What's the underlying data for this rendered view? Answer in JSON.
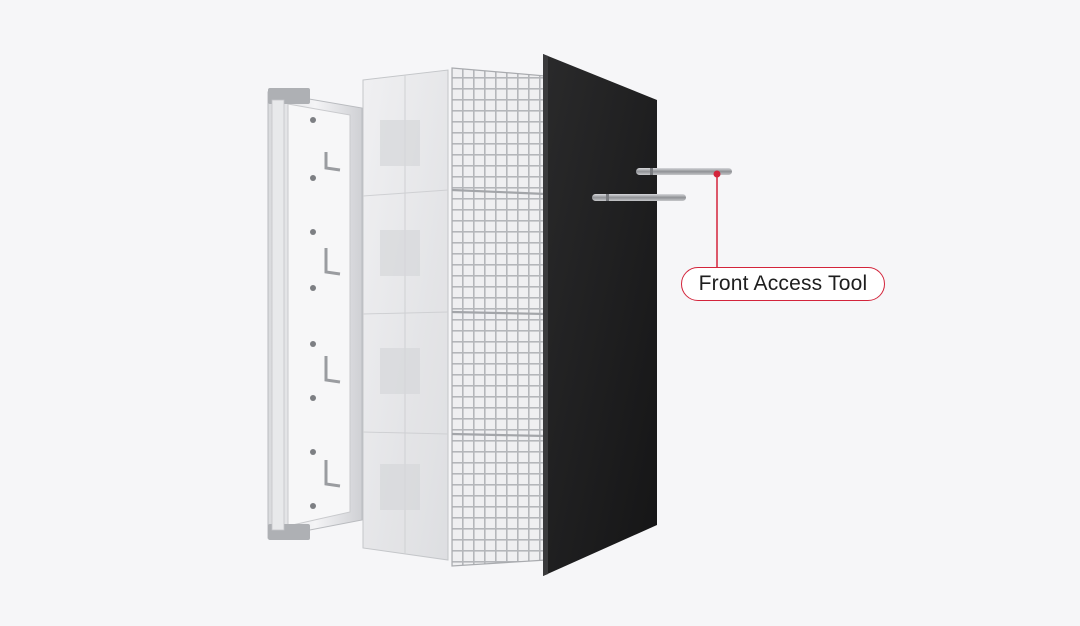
{
  "callout": {
    "label": "Front Access Tool",
    "accent_color": "#d3243b"
  },
  "components": [
    {
      "name": "cabinet-frame",
      "color": "#e4e5e8"
    },
    {
      "name": "module-housing",
      "color": "#e9eaec"
    },
    {
      "name": "grid-mask",
      "color": "#bfc1c5"
    },
    {
      "name": "black-led-panel",
      "color": "#1e1e1e"
    },
    {
      "name": "front-access-tool-rods",
      "color": "#9a9ca0"
    }
  ]
}
